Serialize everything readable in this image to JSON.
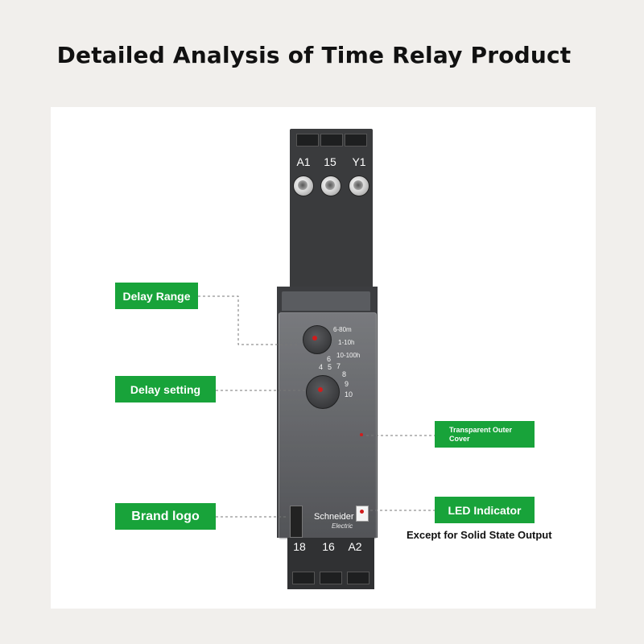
{
  "title": "Detailed Analysis of Time Relay Product",
  "colors": {
    "callout_green": "#18a33a",
    "device_dark": "#3c3d40",
    "indicator_red": "#d01c1c"
  },
  "terminals": {
    "top": [
      "A1",
      "15",
      "Y1"
    ],
    "bottom": [
      "18",
      "16",
      "A2"
    ]
  },
  "range_dial": [
    "6-80m",
    "1-10h",
    "10-100h"
  ],
  "setting_dial": [
    "4",
    "5",
    "6",
    "7",
    "8",
    "9",
    "10"
  ],
  "brand": {
    "name": "Schneider",
    "sub": "Electric"
  },
  "callouts": {
    "delay_range": "Delay Range",
    "delay_setting": "Delay setting",
    "brand_logo": "Brand logo",
    "transparent_cover": "Transparent Outer Cover",
    "led_indicator": "LED Indicator"
  },
  "note": "Except for Solid State Output"
}
